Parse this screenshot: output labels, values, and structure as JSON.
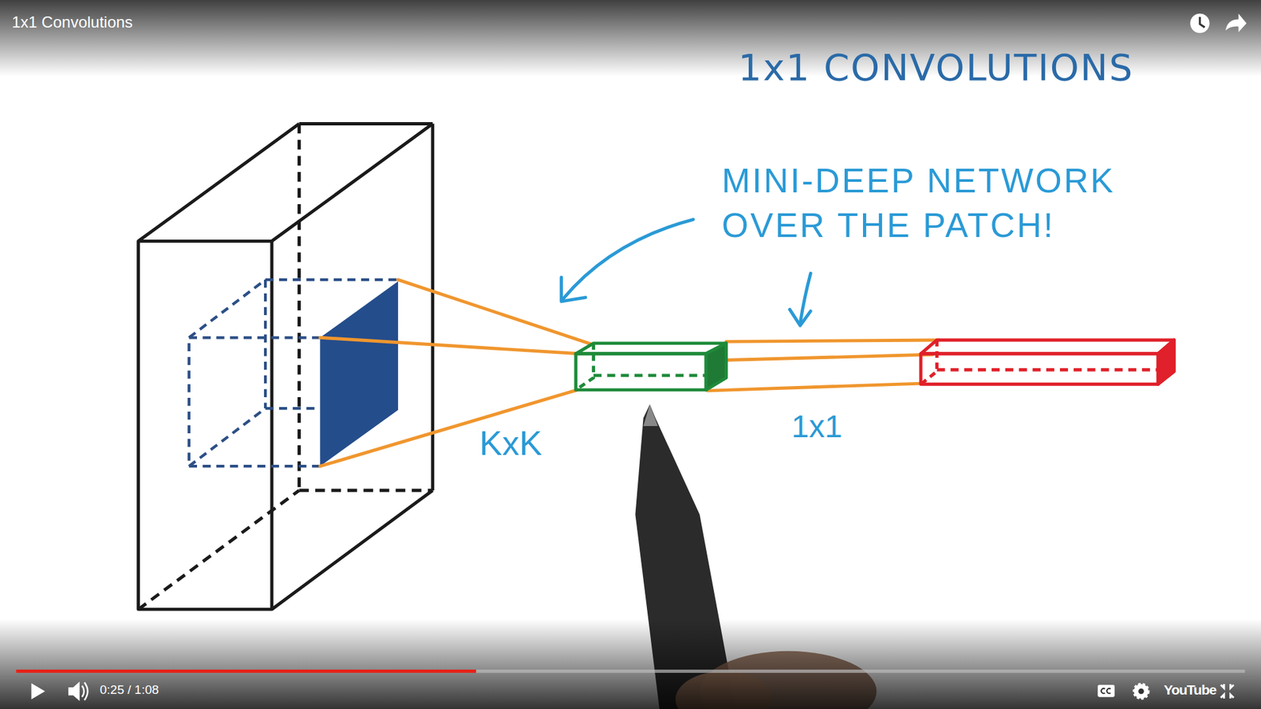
{
  "diagram": {
    "title": "1x1 CONVOLUTIONS",
    "labels": [
      "1x1 Convolutions",
      "MINI-DEEP NETWORK OVER THE PATCH!",
      "KxK",
      "1x1",
      "0:25 / 1:08",
      "YouTube"
    ]
  }
}
